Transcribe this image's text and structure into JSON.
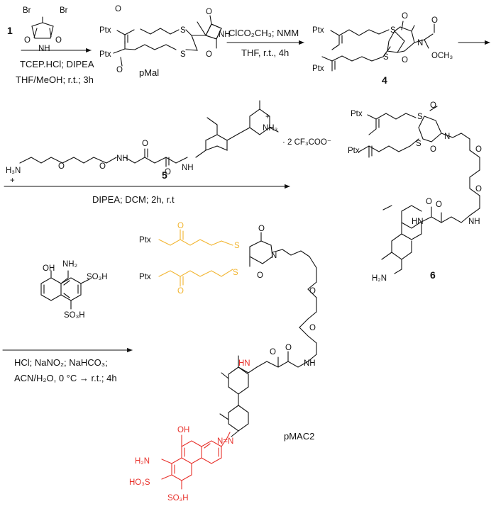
{
  "compounds": {
    "c1": "1",
    "pmal": "pMal",
    "c4": "4",
    "c5": "5",
    "c6": "6",
    "pmac2": "pMAC2"
  },
  "steps": {
    "step1": {
      "line1": "TCEP.HCl; DIPEA",
      "line2": "THF/MeOH; r.t.; 3h"
    },
    "step2": {
      "line1": "ClCO₂CH₃; NMM",
      "line2": "THF, r.t., 4h"
    },
    "step3": {
      "line1": "DIPEA; DCM; 2h, r.t"
    },
    "step4": {
      "line1": "HCl; NaNO₂; NaHCO₃;",
      "line2": "ACN/H₂O, 0 °C → r.t.; 4h"
    }
  },
  "atoms": {
    "br": "Br",
    "o": "O",
    "s": "S",
    "n": "N",
    "nh": "NH",
    "hn": "HN",
    "ptx": "Ptx",
    "och3": "OCH₃",
    "h3n": "H₃N",
    "nh3": "NH₃",
    "oh": "OH",
    "nh2": "NH₂",
    "h2n": "H₂N",
    "h2n_amine": "H₂N",
    "so3h": "SO₃H",
    "ho3s": "HO₃S",
    "plus": "+",
    "counterion": "· 2 CF₃COO⁻",
    "azo": "N=N"
  },
  "colors": {
    "ink": "#111111",
    "gold": "#f2b530",
    "red": "#e8312b"
  }
}
